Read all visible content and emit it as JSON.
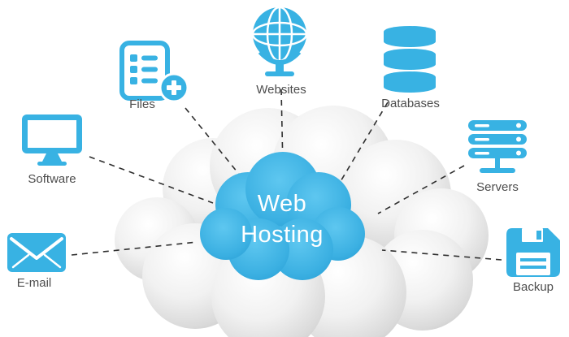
{
  "diagram_title": "Web Hosting",
  "center": {
    "line1": "Web",
    "line2": "Hosting"
  },
  "nodes": [
    {
      "id": "software",
      "label": "Software",
      "icon": "monitor-icon"
    },
    {
      "id": "files",
      "label": "Files",
      "icon": "document-plus-icon"
    },
    {
      "id": "websites",
      "label": "Websites",
      "icon": "globe-icon"
    },
    {
      "id": "databases",
      "label": "Databases",
      "icon": "database-stack-icon"
    },
    {
      "id": "servers",
      "label": "Servers",
      "icon": "server-rack-icon"
    },
    {
      "id": "email",
      "label": "E-mail",
      "icon": "envelope-icon"
    },
    {
      "id": "backup",
      "label": "Backup",
      "icon": "floppy-disk-icon"
    }
  ],
  "edges": [
    {
      "from": "software",
      "to": "center",
      "style": "dashed"
    },
    {
      "from": "files",
      "to": "center",
      "style": "dashed"
    },
    {
      "from": "websites",
      "to": "center",
      "style": "dashed"
    },
    {
      "from": "databases",
      "to": "center",
      "style": "dashed"
    },
    {
      "from": "servers",
      "to": "center",
      "style": "dashed"
    },
    {
      "from": "email",
      "to": "center",
      "style": "dashed"
    },
    {
      "from": "backup",
      "to": "center",
      "style": "dashed"
    }
  ],
  "colors": {
    "icon_blue": "#38b2e3",
    "blue_cloud": "#35ace0",
    "cloud_gray": "#d2d2d2",
    "label_text": "#4d4d4d",
    "line_color": "#2f2f2f"
  }
}
